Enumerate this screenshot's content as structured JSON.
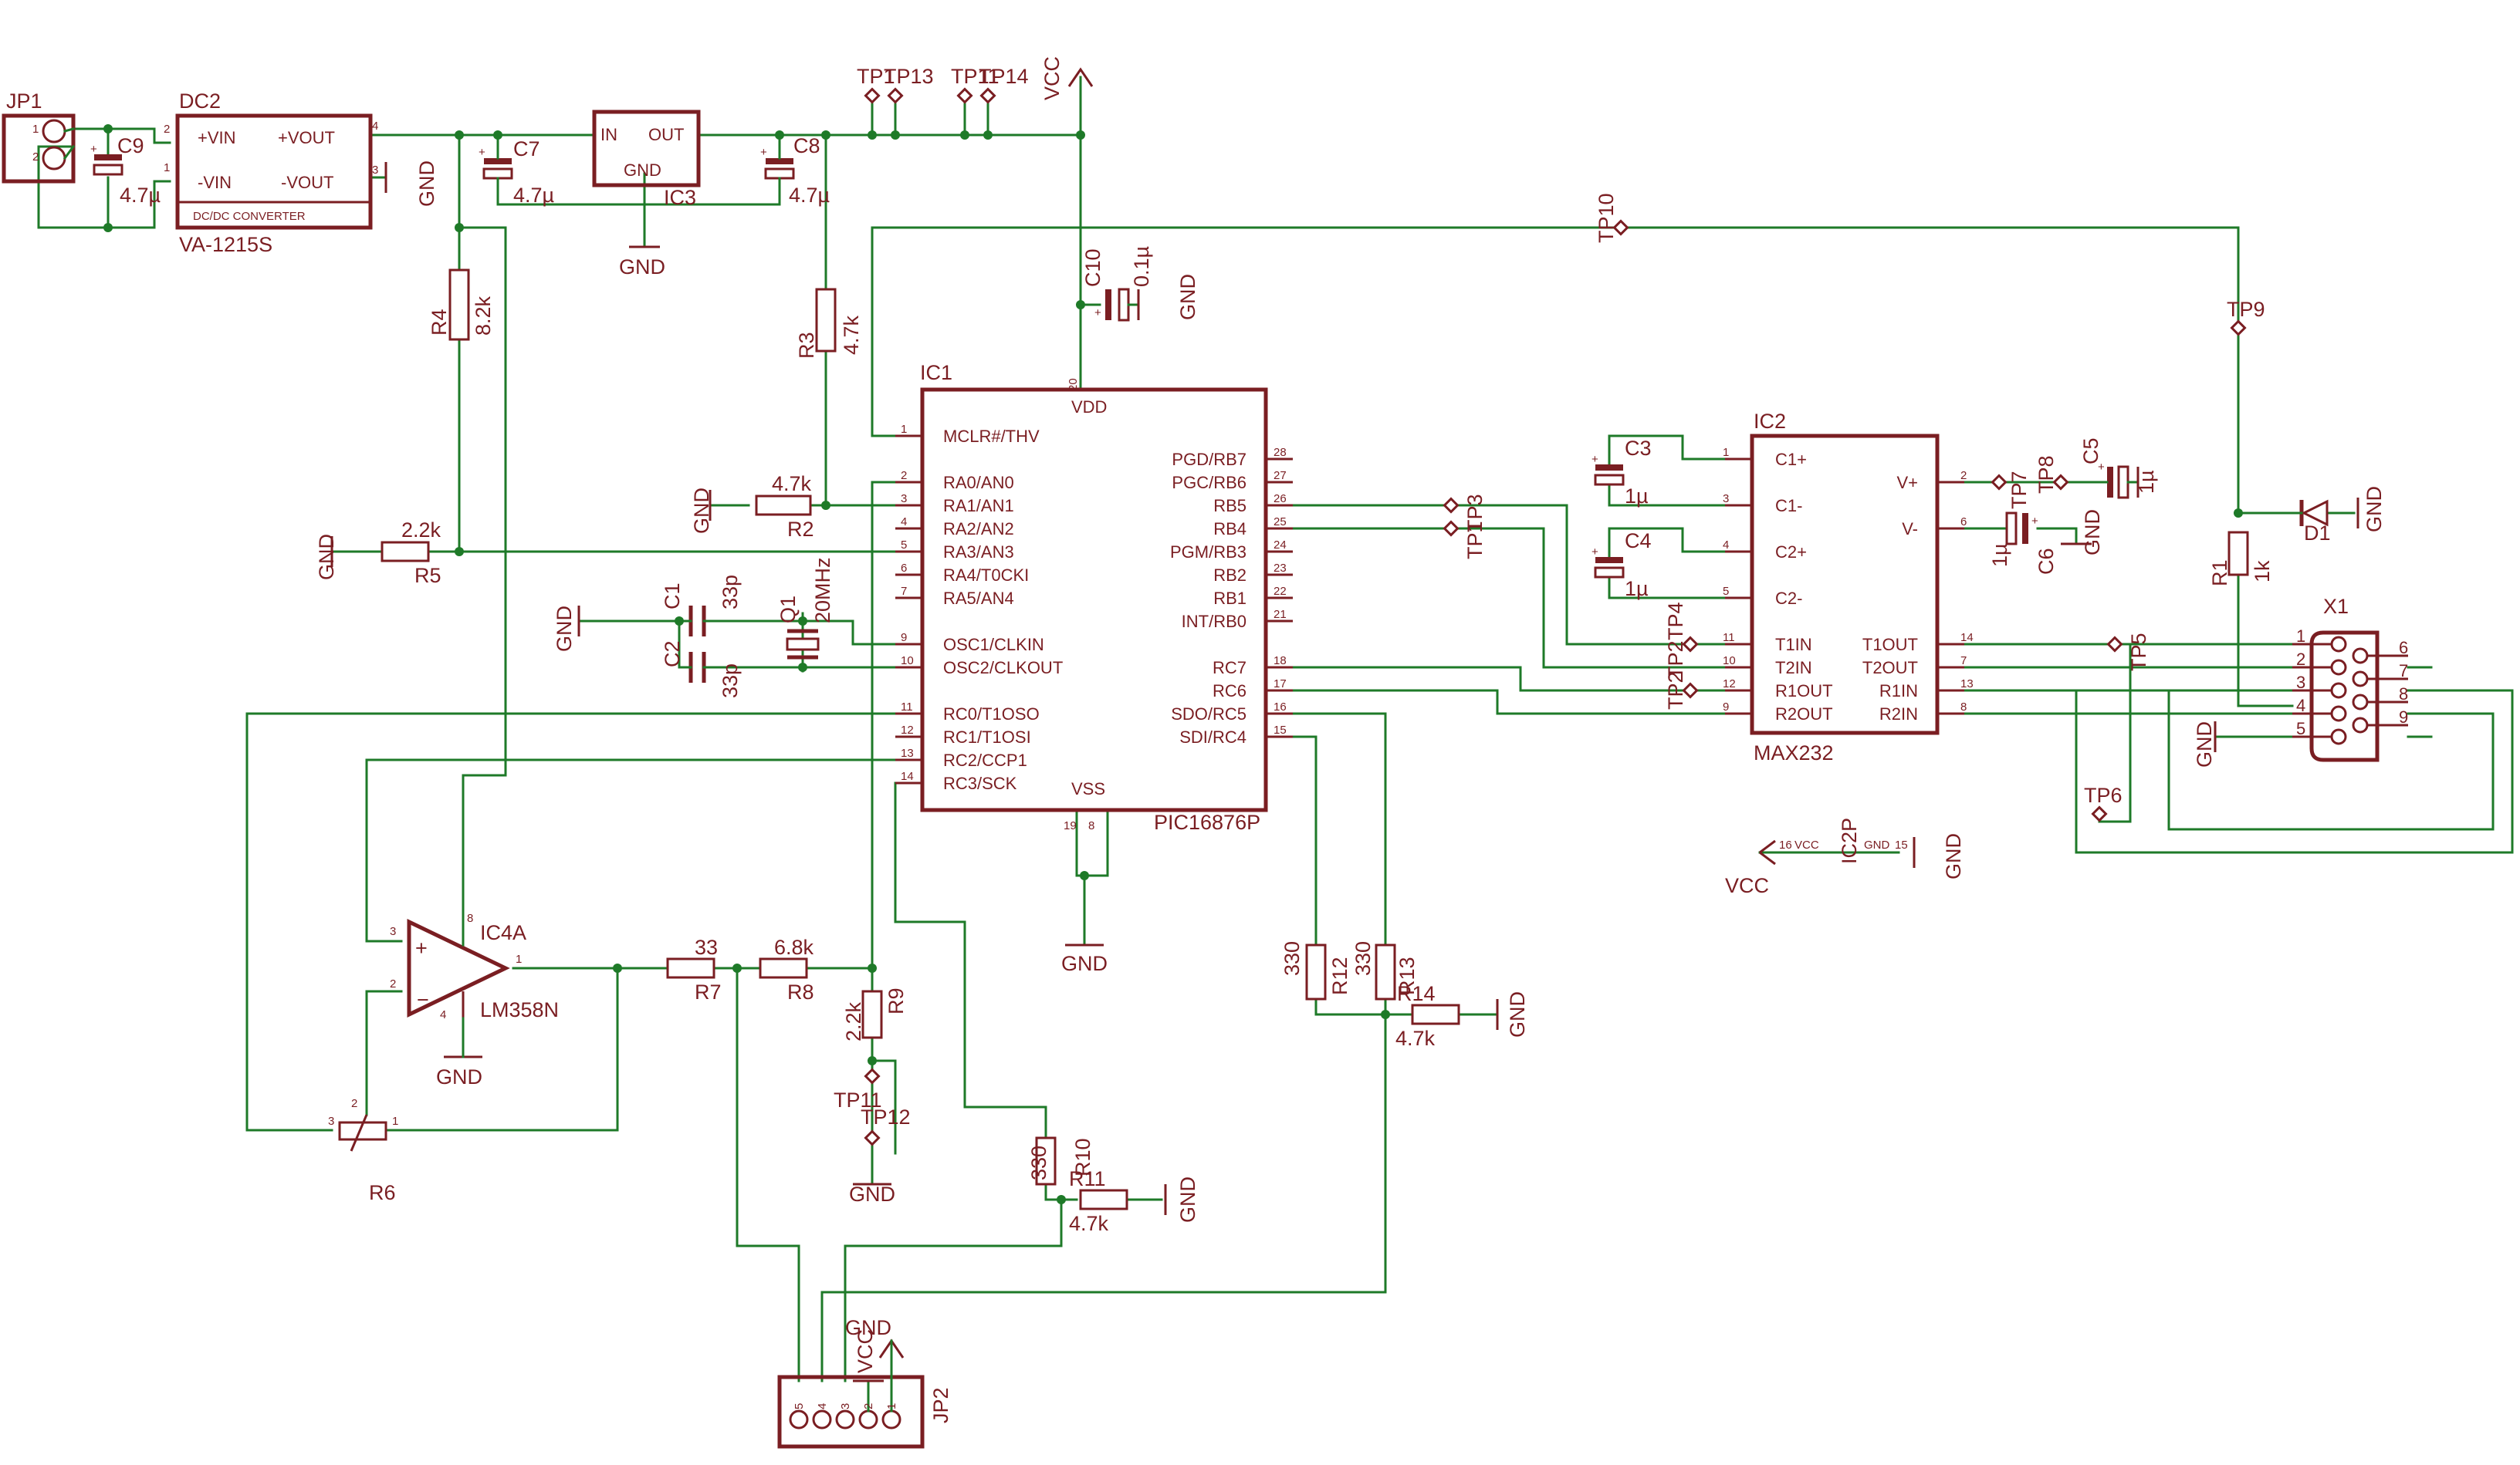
{
  "components": {
    "jp1": {
      "name": "JP1",
      "pin1": "1",
      "pin2": "2"
    },
    "c9": {
      "name": "C9",
      "value": "4.7µ"
    },
    "dc2": {
      "name": "DC2",
      "part": "VA-1215S",
      "body": "DC/DC CONVERTER",
      "pins": {
        "vin_p": "+VIN",
        "vin_n": "-VIN",
        "vout_p": "+VOUT",
        "vout_n": "-VOUT"
      },
      "pin_nums": [
        "2",
        "1",
        "4",
        "3"
      ]
    },
    "c7": {
      "name": "C7",
      "value": "4.7µ"
    },
    "ic3": {
      "name": "IC3",
      "pin_in": "IN",
      "pin_out": "OUT",
      "pin_gnd": "GND"
    },
    "c8": {
      "name": "C8",
      "value": "4.7µ"
    },
    "r4": {
      "name": "R4",
      "value": "8.2k"
    },
    "r3": {
      "name": "R3",
      "value": "4.7k"
    },
    "r5": {
      "name": "R5",
      "value": "2.2k"
    },
    "r2": {
      "name": "R2",
      "value": "4.7k"
    },
    "c10": {
      "name": "C10",
      "value": "0.1µ"
    },
    "c1": {
      "name": "C1",
      "value": "33p"
    },
    "c2": {
      "name": "C2",
      "value": "33p"
    },
    "q1": {
      "name": "Q1",
      "value": "20MHz"
    },
    "ic1": {
      "name": "IC1",
      "part": "PIC16876P",
      "vdd": "VDD",
      "vss": "VSS",
      "vdd_pin": "20",
      "vss_pins": [
        "19",
        "8"
      ],
      "left": [
        [
          "1",
          "MCLR#/THV"
        ],
        [
          "2",
          "RA0/AN0"
        ],
        [
          "3",
          "RA1/AN1"
        ],
        [
          "4",
          "RA2/AN2"
        ],
        [
          "5",
          "RA3/AN3"
        ],
        [
          "6",
          "RA4/T0CKI"
        ],
        [
          "7",
          "RA5/AN4"
        ],
        [
          "9",
          "OSC1/CLKIN"
        ],
        [
          "10",
          "OSC2/CLKOUT"
        ],
        [
          "11",
          "RC0/T1OSO"
        ],
        [
          "12",
          "RC1/T1OSI"
        ],
        [
          "13",
          "RC2/CCP1"
        ],
        [
          "14",
          "RC3/SCK"
        ]
      ],
      "right": [
        [
          "28",
          "PGD/RB7"
        ],
        [
          "27",
          "PGC/RB6"
        ],
        [
          "26",
          "RB5"
        ],
        [
          "25",
          "RB4"
        ],
        [
          "24",
          "PGM/RB3"
        ],
        [
          "23",
          "RB2"
        ],
        [
          "22",
          "RB1"
        ],
        [
          "21",
          "INT/RB0"
        ],
        [
          "18",
          "RC7"
        ],
        [
          "17",
          "RC6"
        ],
        [
          "16",
          "SDO/RC5"
        ],
        [
          "15",
          "SDI/RC4"
        ]
      ]
    },
    "c3": {
      "name": "C3",
      "value": "1µ"
    },
    "c4": {
      "name": "C4",
      "value": "1µ"
    },
    "c5": {
      "name": "C5",
      "value": "1µ"
    },
    "c6": {
      "name": "C6",
      "value": "1µ"
    },
    "ic2": {
      "name": "IC2",
      "part": "MAX232",
      "left": [
        [
          "1",
          "C1+"
        ],
        [
          "3",
          "C1-"
        ],
        [
          "4",
          "C2+"
        ],
        [
          "5",
          "C2-"
        ],
        [
          "11",
          "T1IN"
        ],
        [
          "10",
          "T2IN"
        ],
        [
          "12",
          "R1OUT"
        ],
        [
          "9",
          "R2OUT"
        ]
      ],
      "right": [
        [
          "2",
          "V+"
        ],
        [
          "6",
          "V-"
        ],
        [
          "14",
          "T1OUT"
        ],
        [
          "7",
          "T2OUT"
        ],
        [
          "13",
          "R1IN"
        ],
        [
          "8",
          "R2IN"
        ]
      ]
    },
    "ic2p": {
      "name": "IC2P",
      "vcc_pin": "16",
      "vcc": "VCC",
      "gnd_pin": "15",
      "gnd": "GND"
    },
    "r1": {
      "name": "R1",
      "value": "1k"
    },
    "d1": {
      "name": "D1"
    },
    "x1": {
      "name": "X1",
      "pins": [
        "1",
        "2",
        "3",
        "4",
        "5",
        "6",
        "7",
        "8",
        "9"
      ]
    },
    "ic4a": {
      "name": "IC4A",
      "part": "LM358N",
      "pins": [
        "3",
        "2",
        "1",
        "8",
        "4"
      ]
    },
    "r6": {
      "name": "R6",
      "pins": [
        "3",
        "2",
        "1"
      ]
    },
    "r7": {
      "name": "R7",
      "value": "33"
    },
    "r8": {
      "name": "R8",
      "value": "6.8k"
    },
    "r9": {
      "name": "R9",
      "value": "2.2k"
    },
    "r10": {
      "name": "R10",
      "value": "330"
    },
    "r11": {
      "name": "R11",
      "value": "4.7k"
    },
    "r12": {
      "name": "R12",
      "value": "330"
    },
    "r13": {
      "name": "R13",
      "value": "330"
    },
    "r14": {
      "name": "R14",
      "value": "4.7k"
    },
    "jp2": {
      "name": "JP2",
      "pins": [
        "5",
        "4",
        "3",
        "2",
        "1"
      ]
    }
  },
  "testpoints": [
    "TP1",
    "TP2",
    "TP3",
    "TP4",
    "TP5",
    "TP6",
    "TP7",
    "TP8",
    "TP9",
    "TP10",
    "TP11",
    "TP12",
    "TP13",
    "TP14"
  ],
  "nets": {
    "gnd": "GND",
    "vcc": "VCC"
  },
  "colors": {
    "wire": "#1e7a28",
    "part": "#7a1e22",
    "background": "#ffffff"
  }
}
